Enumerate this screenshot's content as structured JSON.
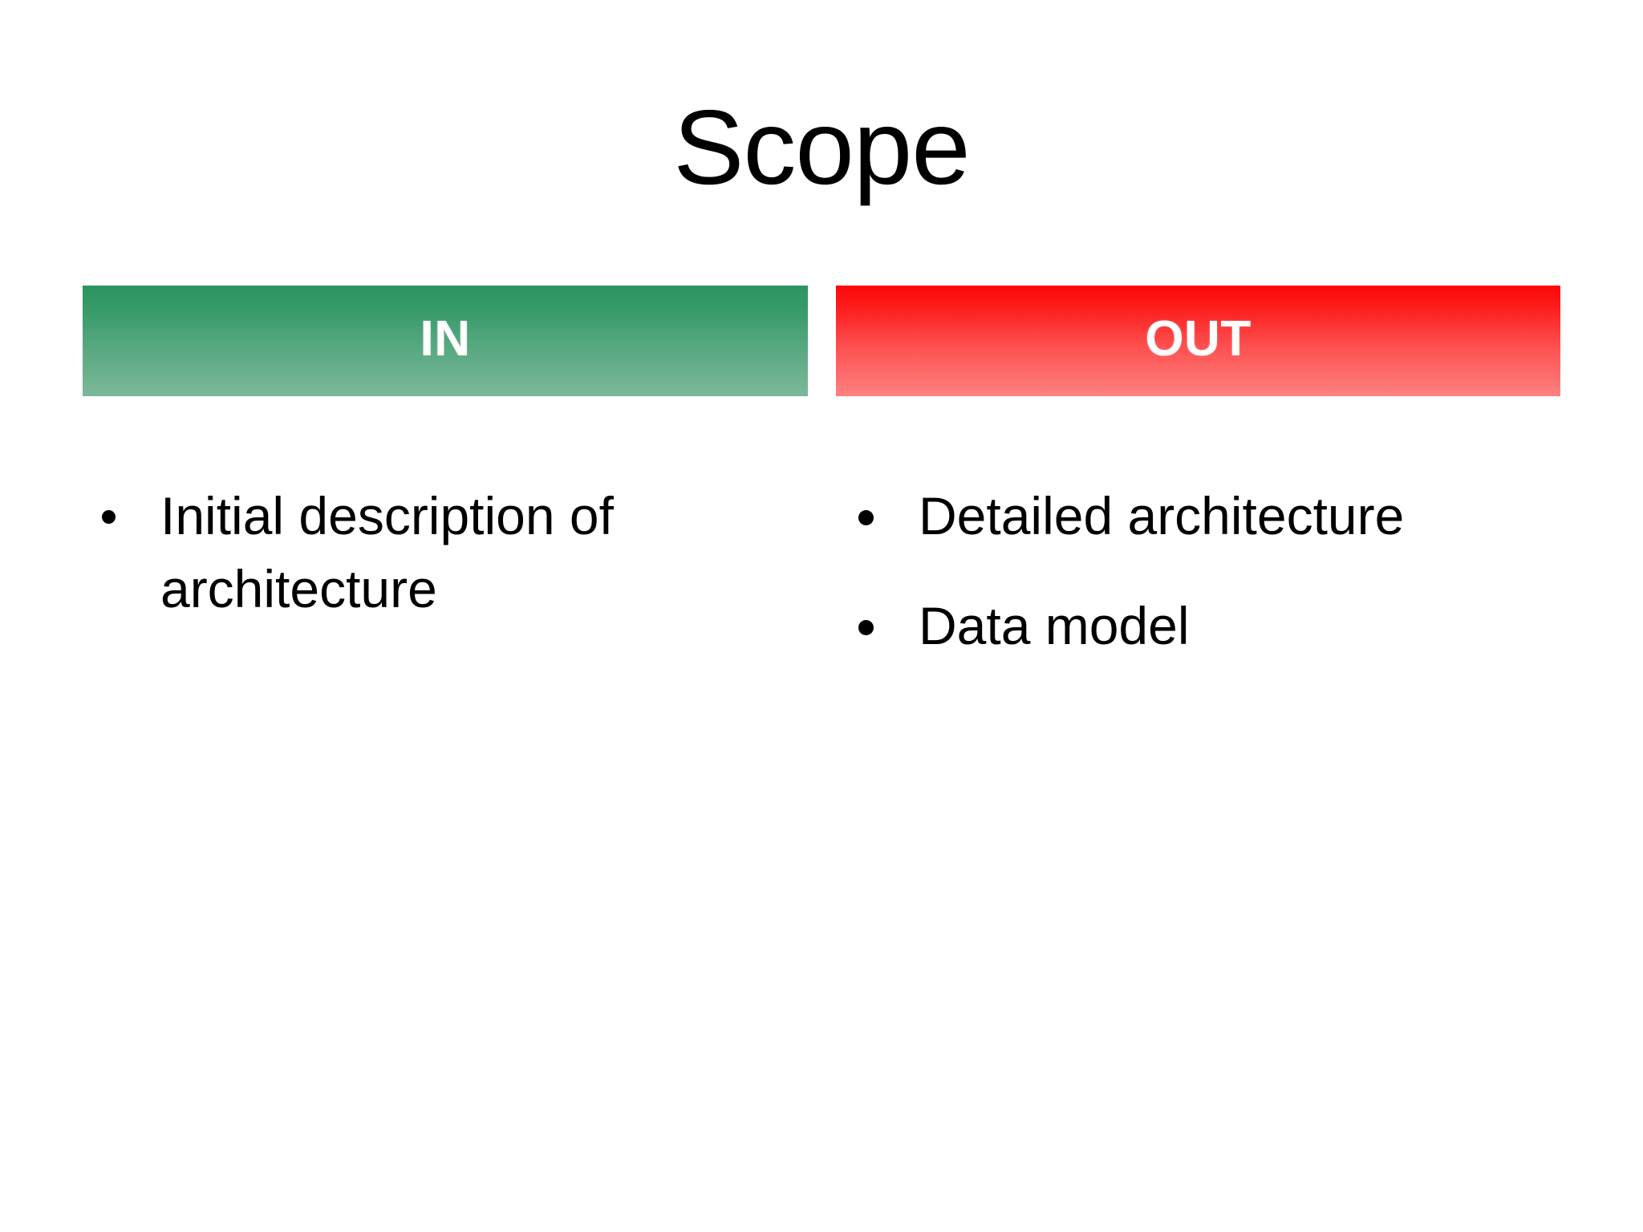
{
  "slide": {
    "title": "Scope",
    "background_color": "#ffffff",
    "text_color": "#000000"
  },
  "columns": [
    {
      "key": "in",
      "header_label": "IN",
      "header_text_color": "#ffffff",
      "gradient_top_color": "#2c9460",
      "gradient_bottom_color": "#7cb89a",
      "bullets": [
        "Initial description of architecture"
      ]
    },
    {
      "key": "out",
      "header_label": "OUT",
      "header_text_color": "#ffffff",
      "gradient_top_color": "#fd0808",
      "gradient_bottom_color": "#ff8181",
      "bullets": [
        "Detailed architecture",
        "Data model"
      ]
    }
  ]
}
